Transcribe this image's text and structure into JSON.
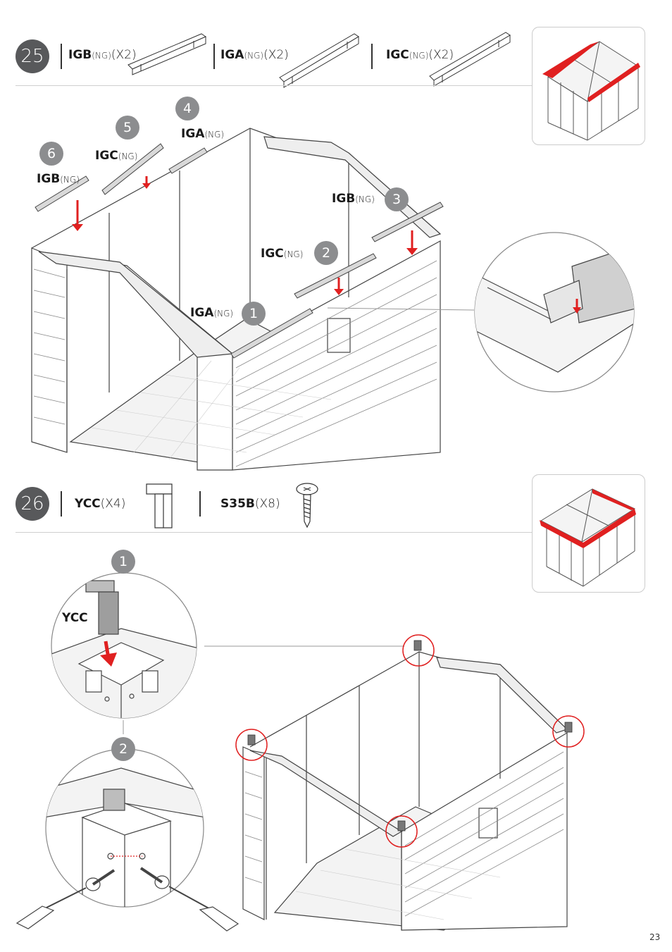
{
  "page_number": "23",
  "step25": {
    "number": "25",
    "parts": [
      {
        "code": "IGB",
        "note": "(NG)",
        "qty": "(X2)"
      },
      {
        "code": "IGA",
        "note": "(NG)",
        "qty": "(X2)"
      },
      {
        "code": "IGC",
        "note": "(NG)",
        "qty": "(X2)"
      }
    ],
    "callouts": [
      {
        "num": "6",
        "code": "IGB",
        "note": "(NG)"
      },
      {
        "num": "5",
        "code": "IGC",
        "note": "(NG)"
      },
      {
        "num": "4",
        "code": "IGA",
        "note": "(NG)"
      },
      {
        "num": "3",
        "code": "IGB",
        "note": "(NG)"
      },
      {
        "num": "2",
        "code": "IGC",
        "note": "(NG)"
      },
      {
        "num": "1",
        "code": "IGA",
        "note": "(NG)"
      }
    ]
  },
  "step26": {
    "number": "26",
    "parts": [
      {
        "code": "YCC",
        "qty": "(X4)"
      },
      {
        "code": "S35B",
        "qty": "(X8)"
      }
    ],
    "detail1": {
      "num": "1",
      "label": "YCC"
    },
    "detail2": {
      "num": "2"
    }
  },
  "colors": {
    "accent_red": "#e02020",
    "badge_gray": "#58595b",
    "callout_gray": "#8c8d8f"
  }
}
